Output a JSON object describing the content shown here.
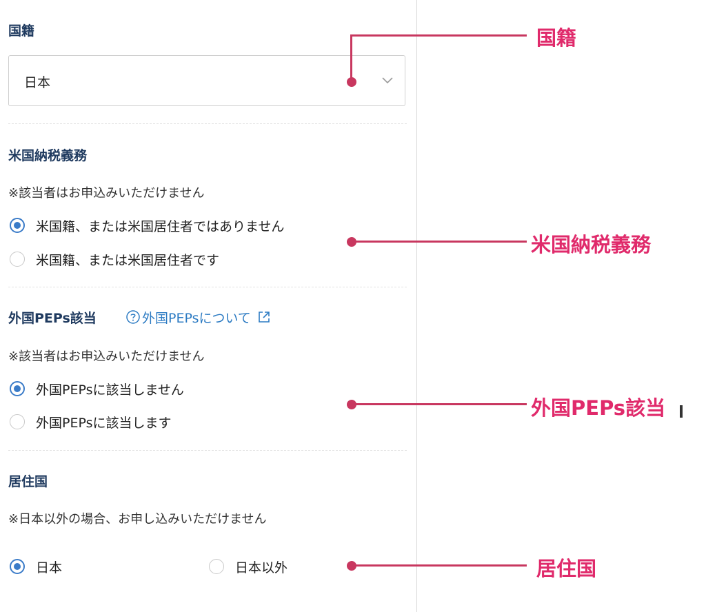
{
  "form": {
    "nationality": {
      "label": "国籍",
      "selected_value": "日本"
    },
    "us_tax": {
      "label": "米国納税義務",
      "note": "※該当者はお申込みいただけません",
      "options": [
        {
          "label": "米国籍、または米国居住者ではありません",
          "checked": true
        },
        {
          "label": "米国籍、または米国居住者です",
          "checked": false
        }
      ]
    },
    "peps": {
      "label": "外国PEPs該当",
      "help_link": "外国PEPsについて",
      "note": "※該当者はお申込みいただけません",
      "options": [
        {
          "label": "外国PEPsに該当しません",
          "checked": true
        },
        {
          "label": "外国PEPsに該当します",
          "checked": false
        }
      ]
    },
    "residence": {
      "label": "居住国",
      "note": "※日本以外の場合、お申し込みいただけません",
      "options": [
        {
          "label": "日本",
          "checked": true
        },
        {
          "label": "日本以外",
          "checked": false
        }
      ]
    }
  },
  "annotations": {
    "nationality": "国籍",
    "us_tax": "米国納税義務",
    "peps": "外国PEPs該当",
    "residence": "居住国"
  },
  "colors": {
    "accent": "#3a7bc8",
    "label": "#1f3a5f",
    "link": "#2c7bc3",
    "annotation": "#e02a6b",
    "annotation_line": "#c8375f"
  }
}
